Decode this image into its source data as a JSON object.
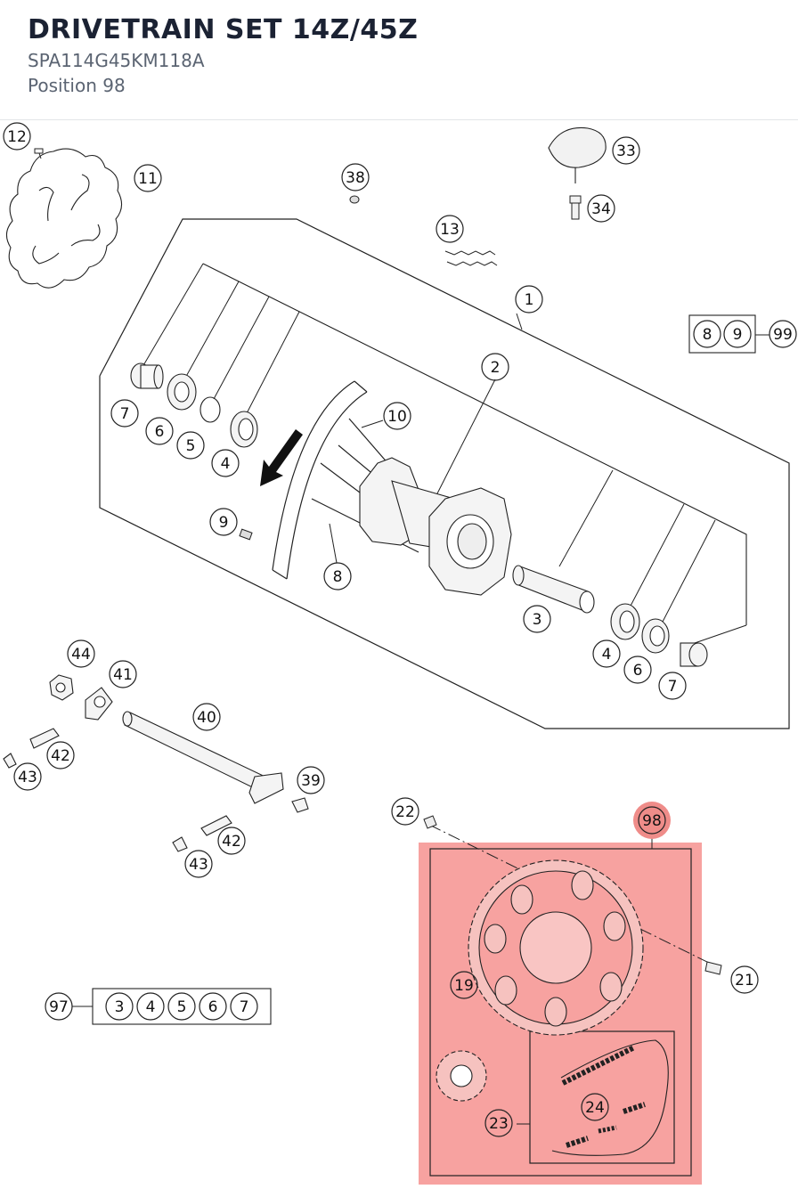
{
  "header": {
    "title": "DRIVETRAIN SET 14Z/45Z",
    "part_number": "SPA114G45KM118A",
    "position_label": "Position 98"
  },
  "highlight": {
    "color": "#f7a2a0",
    "badge_color": "#ef8c89",
    "selected_callout": "98"
  },
  "callouts": [
    {
      "id": "c12",
      "n": "12"
    },
    {
      "id": "c11",
      "n": "11"
    },
    {
      "id": "c38",
      "n": "38"
    },
    {
      "id": "c33",
      "n": "33"
    },
    {
      "id": "c34",
      "n": "34"
    },
    {
      "id": "c13",
      "n": "13"
    },
    {
      "id": "c1",
      "n": "1"
    },
    {
      "id": "c8a",
      "n": "8"
    },
    {
      "id": "c9a",
      "n": "9"
    },
    {
      "id": "c99",
      "n": "99"
    },
    {
      "id": "c2",
      "n": "2"
    },
    {
      "id": "c7a",
      "n": "7"
    },
    {
      "id": "c6a",
      "n": "6"
    },
    {
      "id": "c5a",
      "n": "5"
    },
    {
      "id": "c4a",
      "n": "4"
    },
    {
      "id": "c10",
      "n": "10"
    },
    {
      "id": "c9b",
      "n": "9"
    },
    {
      "id": "c8b",
      "n": "8"
    },
    {
      "id": "c3a",
      "n": "3"
    },
    {
      "id": "c4b",
      "n": "4"
    },
    {
      "id": "c6b",
      "n": "6"
    },
    {
      "id": "c7b",
      "n": "7"
    },
    {
      "id": "c44",
      "n": "44"
    },
    {
      "id": "c41",
      "n": "41"
    },
    {
      "id": "c40",
      "n": "40"
    },
    {
      "id": "c42a",
      "n": "42"
    },
    {
      "id": "c43a",
      "n": "43"
    },
    {
      "id": "c39",
      "n": "39"
    },
    {
      "id": "c42b",
      "n": "42"
    },
    {
      "id": "c43b",
      "n": "43"
    },
    {
      "id": "c22",
      "n": "22"
    },
    {
      "id": "c98",
      "n": "98"
    },
    {
      "id": "c19",
      "n": "19"
    },
    {
      "id": "c21",
      "n": "21"
    },
    {
      "id": "c97",
      "n": "97"
    },
    {
      "id": "c3b",
      "n": "3"
    },
    {
      "id": "c4c",
      "n": "4"
    },
    {
      "id": "c5b",
      "n": "5"
    },
    {
      "id": "c6c",
      "n": "6"
    },
    {
      "id": "c7c",
      "n": "7"
    },
    {
      "id": "c24",
      "n": "24"
    },
    {
      "id": "c23",
      "n": "23"
    }
  ]
}
